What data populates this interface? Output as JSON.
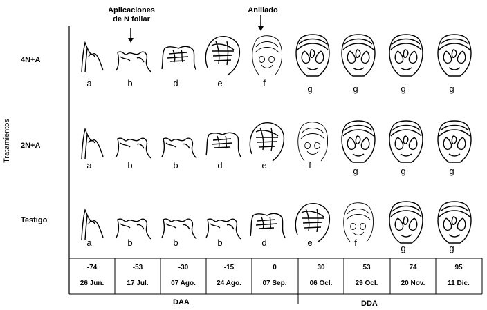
{
  "yaxis_label": "Tratamientos",
  "annotations": {
    "foliar": "Aplicaciones\nde N foliar",
    "anillado": "Anillado"
  },
  "rows": [
    {
      "label": "4N+A",
      "stages": [
        "a",
        "b",
        "d",
        "e",
        "f",
        "g",
        "g",
        "g",
        "g"
      ]
    },
    {
      "label": "2N+A",
      "stages": [
        "a",
        "b",
        "b",
        "d",
        "e",
        "f",
        "g",
        "g",
        "g"
      ]
    },
    {
      "label": "Testigo",
      "stages": [
        "a",
        "b",
        "b",
        "b",
        "d",
        "e",
        "f",
        "g",
        "g"
      ]
    }
  ],
  "timeline": [
    {
      "days": "-74",
      "date": "26 Jun."
    },
    {
      "days": "-53",
      "date": "17 Jul."
    },
    {
      "days": "-30",
      "date": "07 Ago."
    },
    {
      "days": "-15",
      "date": "24 Ago."
    },
    {
      "days": "0",
      "date": "07 Sep."
    },
    {
      "days": "30",
      "date": "06 Ocl."
    },
    {
      "days": "53",
      "date": "29 Ocl."
    },
    {
      "days": "74",
      "date": "20 Nov."
    },
    {
      "days": "95",
      "date": "11 Dic."
    }
  ],
  "axis_groups": {
    "before": "DAA",
    "after": "DDA"
  },
  "colors": {
    "ink": "#000000",
    "background": "#ffffff"
  }
}
